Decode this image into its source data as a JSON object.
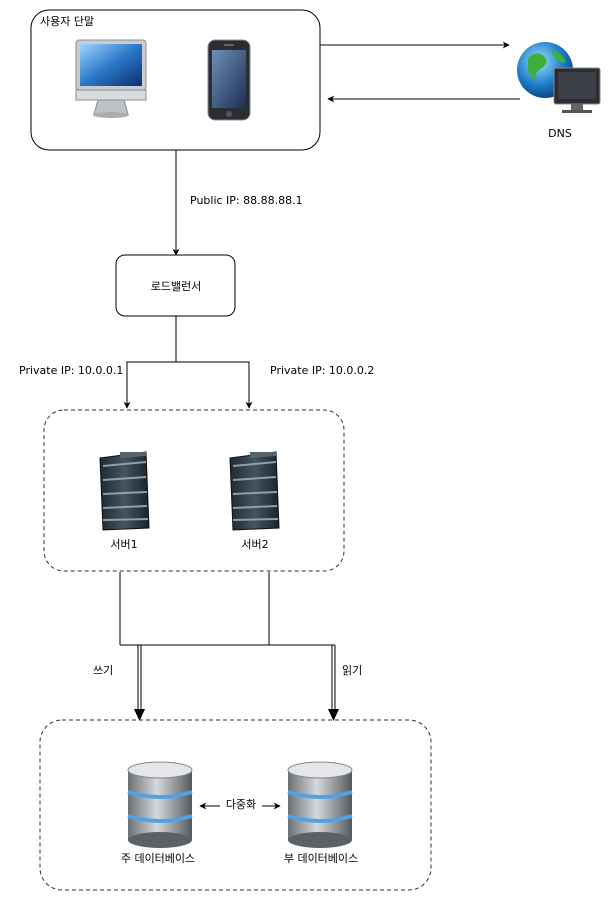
{
  "client_group": {
    "label": "사용자 단말"
  },
  "dns": {
    "label": "DNS"
  },
  "public_ip": {
    "label": "Public IP: 88.88.88.1"
  },
  "load_balancer": {
    "label": "로드밸런서"
  },
  "private_ip_1": {
    "label": "Private IP: 10.0.0.1"
  },
  "private_ip_2": {
    "label": "Private IP: 10.0.0.2"
  },
  "servers": {
    "server1": {
      "label": "서버1"
    },
    "server2": {
      "label": "서버2"
    }
  },
  "write_edge": {
    "label": "쓰기"
  },
  "read_edge": {
    "label": "읽기"
  },
  "replication_edge": {
    "label": "다중화"
  },
  "databases": {
    "primary": {
      "label": "주 데이터베이스"
    },
    "replica": {
      "label": "부 데이터베이스"
    }
  },
  "icons": {
    "desktop": "desktop-monitor-icon",
    "phone": "smartphone-icon",
    "dns": "globe-monitor-icon",
    "server": "server-rack-icon",
    "database": "database-cylinder-icon"
  },
  "colors": {
    "stroke": "#000000",
    "dashed_stroke": "#333333",
    "db_accent": "#4ea3e8"
  }
}
